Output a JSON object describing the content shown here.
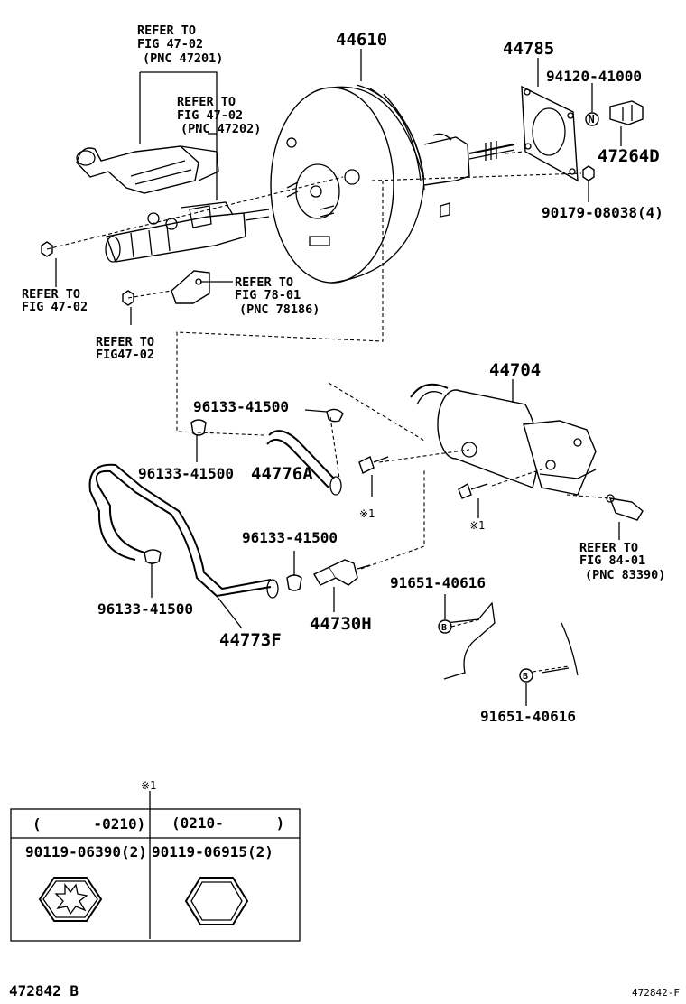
{
  "parts": {
    "booster": "44610",
    "gasket": "44785",
    "nut_n": "94120-41000",
    "union": "47264D",
    "nut_bolt": "90179-08038(4)",
    "tank": "44704",
    "clamp_a": "96133-41500",
    "clamp_b": "96133-41500",
    "hose_a": "44776A",
    "clamp_c": "96133-41500",
    "hose_f": "44773F",
    "clamp_d": "96133-41500",
    "check_valve": "44730H",
    "clip_b1": "91651-40616",
    "clip_b2": "91651-40616"
  },
  "refs": {
    "r1_line1": "REFER TO",
    "r1_line2": "FIG 47-02",
    "r1_line3": "(PNC 47201)",
    "r2_line1": "REFER TO",
    "r2_line2": "FIG 47-02",
    "r2_line3": "(PNC 47202)",
    "r3_line1": "REFER TO",
    "r3_line2": "FIG 47-02",
    "r4_line1": "REFER TO",
    "r4_line2": "FIG 78-01",
    "r4_line3": "(PNC 78186)",
    "r5_line1": "REFER TO",
    "r5_line2": "FIG47-02",
    "r6_line1": "REFER TO",
    "r6_line2": "FIG 84-01",
    "r6_line3": "(PNC 83390)"
  },
  "markers": {
    "note1_a": "※1",
    "note1_b": "※1",
    "note1_table": "※1",
    "b_letter": "B"
  },
  "table": {
    "col1_header": "(      -0210)",
    "col2_header": "(0210-      )",
    "col1_part": "90119-06390(2)",
    "col2_part": "90119-06915(2)"
  },
  "footer": {
    "left_code": "472842 B",
    "right_code": "472842-F"
  }
}
